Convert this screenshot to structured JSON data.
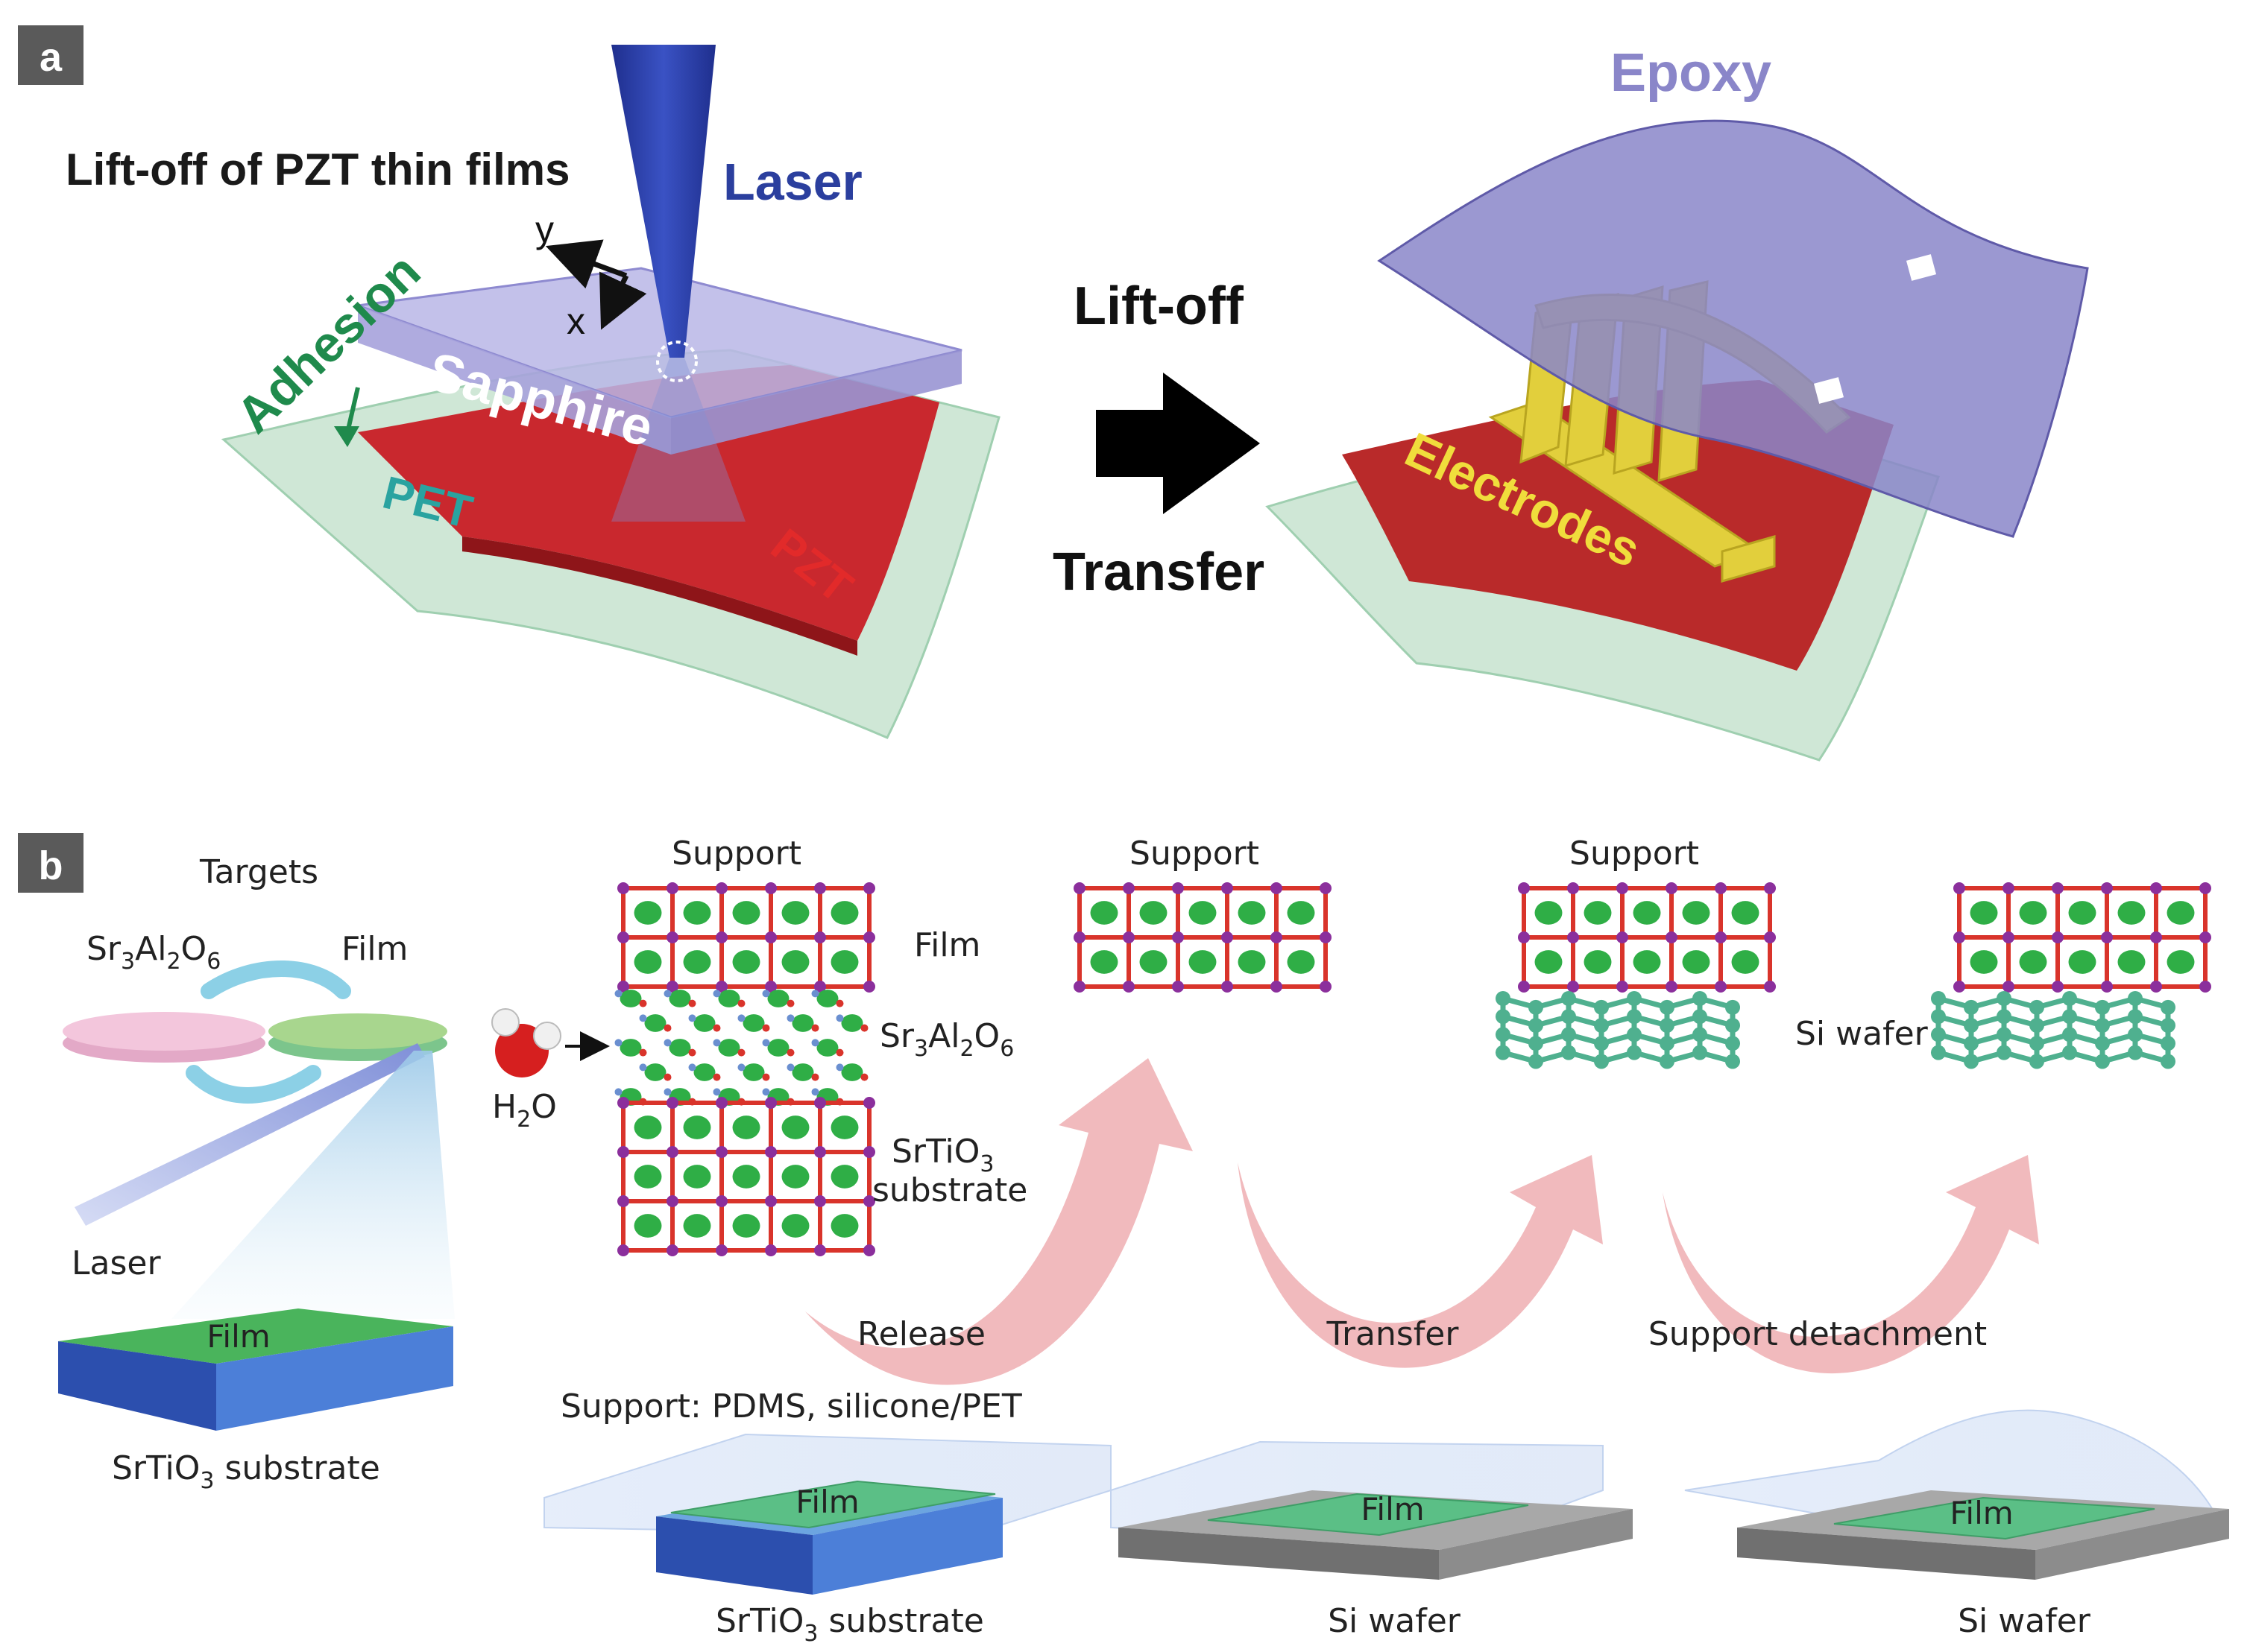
{
  "panel_a": {
    "badge": "a",
    "title": "Lift-off of PZT thin films",
    "laser": "Laser",
    "adhesion": "Adhesion",
    "sapphire": "Sapphire",
    "pet": "PET",
    "pzt": "PZT",
    "axis_x": "x",
    "axis_y": "y",
    "liftoff": "Lift-off",
    "transfer": "Transfer",
    "epoxy": "Epoxy",
    "electrodes": "Electrodes"
  },
  "panel_b": {
    "badge": "b",
    "targets": "Targets",
    "target_left_base": "Sr",
    "target_left_s1": "3",
    "target_left_mid": "Al",
    "target_left_s2": "2",
    "target_left_end": "O",
    "target_left_s3": "6",
    "target_right": "Film",
    "laser": "Laser",
    "film_on_substrate": "Film",
    "substrate_base": "SrTiO",
    "substrate_sub": "3",
    "substrate_end": " substrate",
    "water_base": "H",
    "water_sub": "2",
    "water_end": "O",
    "stack_support": "Support",
    "stack_film": "Film",
    "stack_sao_base": "Sr",
    "stack_sao_s1": "3",
    "stack_sao_mid": "Al",
    "stack_sao_s2": "2",
    "stack_sao_end": "O",
    "stack_sao_s3": "6",
    "stack_sto_base": "SrTiO",
    "stack_sto_sub": "3",
    "stack_sto_line2": "substrate",
    "stage2_support": "Support",
    "stage3_support": "Support",
    "stage3_si": "Si wafer",
    "arrow_release": "Release",
    "arrow_transfer": "Transfer",
    "arrow_detach": "Support detachment",
    "support_note": "Support: PDMS, silicone/PET",
    "bottom1_film": "Film",
    "bottom1_sub_base": "SrTiO",
    "bottom1_sub_sub": "3",
    "bottom1_sub_end": " substrate",
    "bottom2_film": "Film",
    "bottom2_label": "Si wafer",
    "bottom3_film": "Film",
    "bottom3_label": "Si wafer"
  },
  "colors": {
    "badge": "#5a5a5a",
    "laser_blue": "#2b3f9e",
    "adhesion_green": "#1f8a4c",
    "pet_teal": "#2aa3a0",
    "pzt_red": "#d32626",
    "epoxy_purple": "#8a86c9",
    "electrode_gold": "#e2cf3c",
    "arrow_pink": "#f0b3b6",
    "film_green": "#5bbf86",
    "sto_blue": "#3564c8",
    "si_gray": "#8c8c8c",
    "lattice_purple": "#8b2f9c",
    "lattice_red": "#d9342b",
    "lattice_green": "#2fae46",
    "si_lattice": "#4fb08f"
  }
}
